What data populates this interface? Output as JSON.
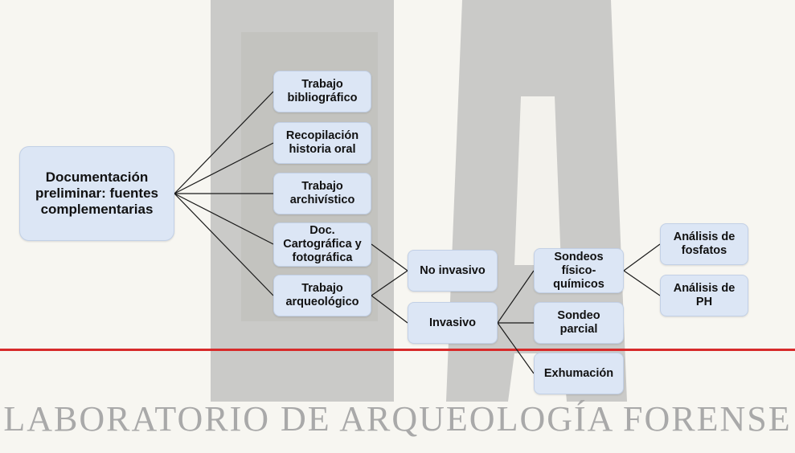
{
  "watermark": {
    "text": "LABORATORIO DE ARQUEOLOGÍA FORENSE"
  },
  "diagram": {
    "root": "Documentación\npreliminar: fuentes\ncomplementarias",
    "level1": [
      "Trabajo\nbibliográfico",
      "Recopilación\nhistoria oral",
      "Trabajo\narchivístico",
      "Doc.\nCartográfica y\nfotográfica",
      "Trabajo\narqueológico"
    ],
    "level2": [
      "No invasivo",
      "Invasivo"
    ],
    "level3": [
      "Sondeos\nfísico-\nquímicos",
      "Sondeo\nparcial",
      "Exhumación"
    ],
    "level4": [
      "Análisis de\nfosfatos",
      "Análisis de\nPH"
    ]
  },
  "colors": {
    "node_fill": "#dce6f5",
    "node_border": "#c2d0e6",
    "connector": "#1a1a1a",
    "red_rule": "#d72a2a",
    "background": "#f7f6f1",
    "watermark": "#a9a9a9"
  }
}
